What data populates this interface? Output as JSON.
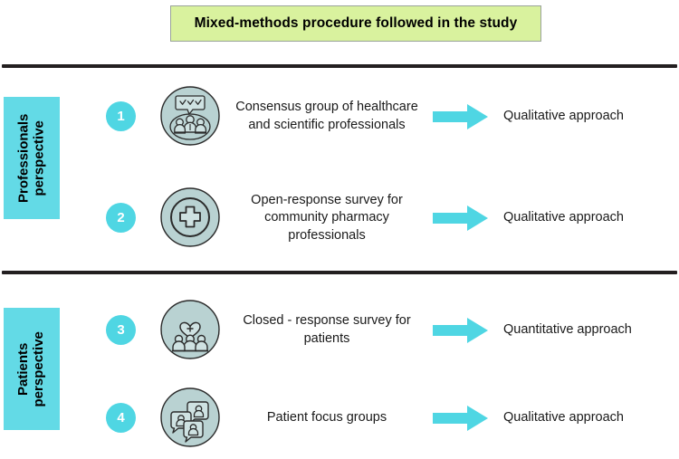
{
  "title": {
    "text": "Mixed-methods procedure followed in the study",
    "background_color": "#d9f29e"
  },
  "colors": {
    "accent_cyan": "#4fd6e3",
    "label_cyan": "#63dae6",
    "icon_fill": "#b9d2d2",
    "rule_dark": "#231f20",
    "banner_green": "#d9f29e"
  },
  "perspectives": [
    {
      "label_line1": "Professionals",
      "label_line2": "perspective"
    },
    {
      "label_line1": "Patients",
      "label_line2": "perspective"
    }
  ],
  "steps": [
    {
      "number": "1",
      "icon_name": "consensus-group-icon",
      "description": "Consensus group of healthcare and scientific professionals",
      "arrow_name": "arrow-right-icon",
      "approach": "Qualitative approach"
    },
    {
      "number": "2",
      "icon_name": "pharmacy-cross-icon",
      "description": "Open-response survey for community pharmacy professionals",
      "arrow_name": "arrow-right-icon",
      "approach": "Qualitative approach"
    },
    {
      "number": "3",
      "icon_name": "patients-heart-icon",
      "description": "Closed - response survey for patients",
      "arrow_name": "arrow-right-icon",
      "approach": "Quantitative approach"
    },
    {
      "number": "4",
      "icon_name": "focus-group-speech-icon",
      "description": "Patient focus groups",
      "arrow_name": "arrow-right-icon",
      "approach": "Qualitative approach"
    }
  ]
}
